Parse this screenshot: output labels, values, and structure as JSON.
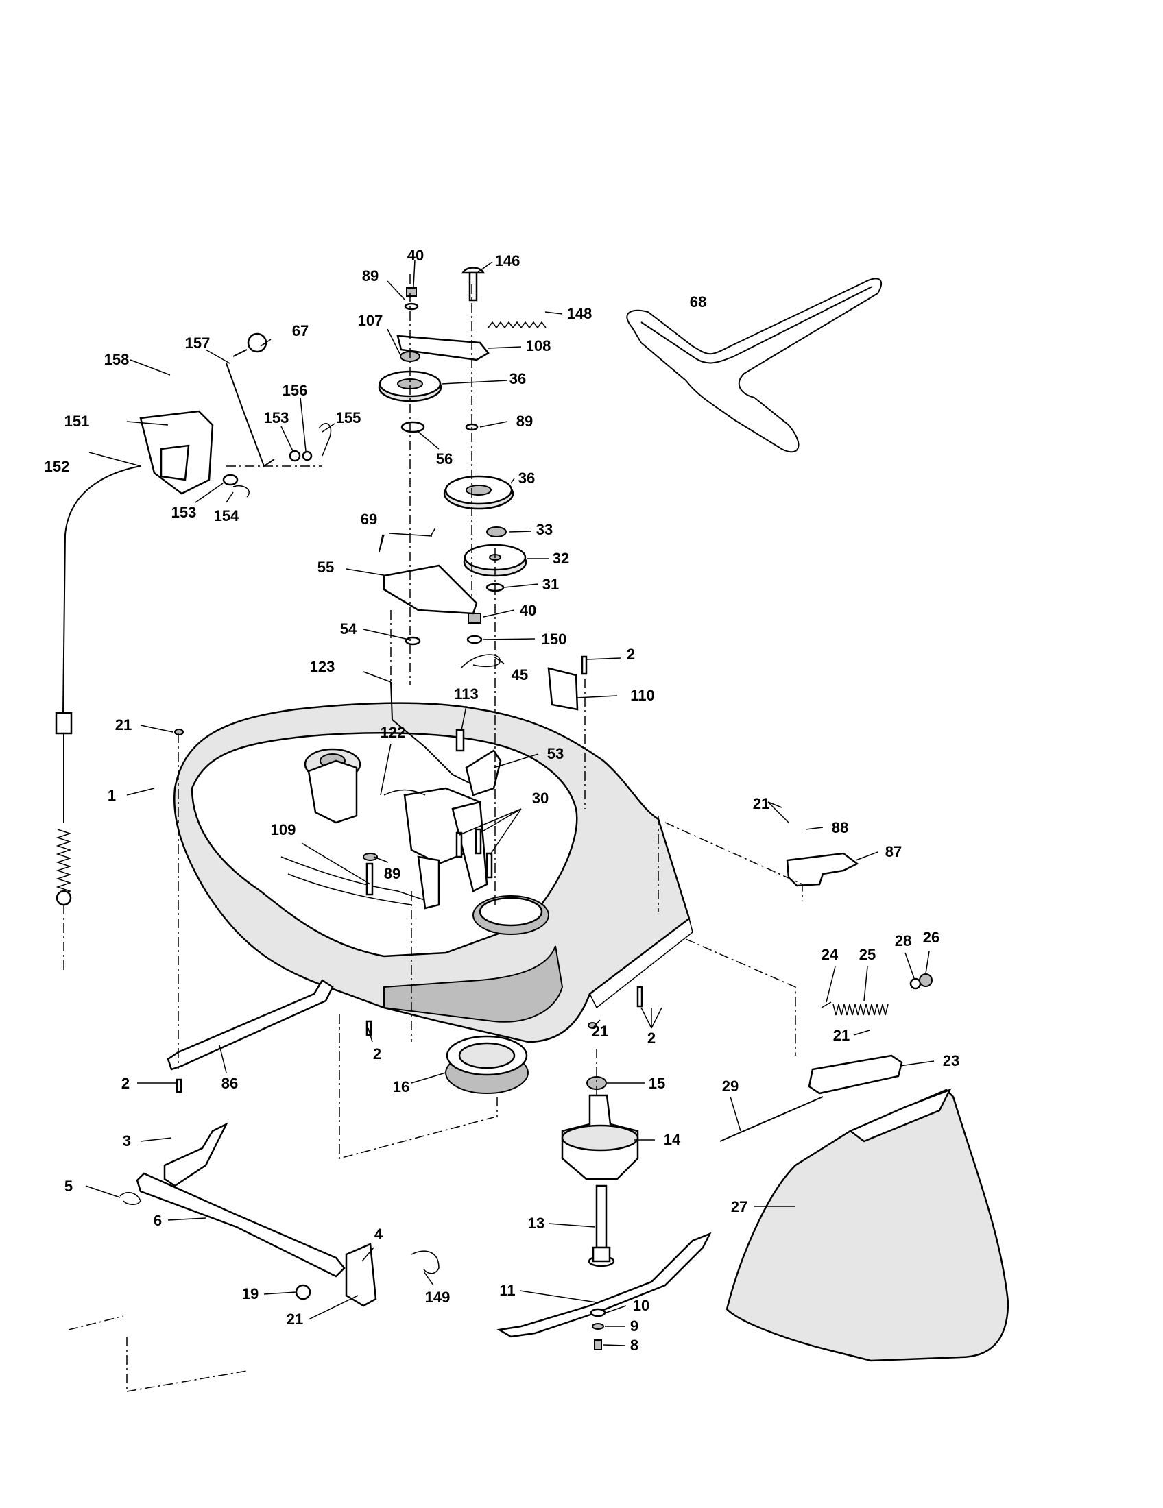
{
  "diagram": {
    "callouts": [
      {
        "id": "1",
        "text": "1"
      },
      {
        "id": "2",
        "text": "2"
      },
      {
        "id": "3",
        "text": "3"
      },
      {
        "id": "4",
        "text": "4"
      },
      {
        "id": "5",
        "text": "5"
      },
      {
        "id": "6",
        "text": "6"
      },
      {
        "id": "8",
        "text": "8"
      },
      {
        "id": "9",
        "text": "9"
      },
      {
        "id": "10",
        "text": "10"
      },
      {
        "id": "11",
        "text": "11"
      },
      {
        "id": "13",
        "text": "13"
      },
      {
        "id": "14",
        "text": "14"
      },
      {
        "id": "15",
        "text": "15"
      },
      {
        "id": "16",
        "text": "16"
      },
      {
        "id": "19",
        "text": "19"
      },
      {
        "id": "21",
        "text": "21"
      },
      {
        "id": "23",
        "text": "23"
      },
      {
        "id": "24",
        "text": "24"
      },
      {
        "id": "25",
        "text": "25"
      },
      {
        "id": "26",
        "text": "26"
      },
      {
        "id": "27",
        "text": "27"
      },
      {
        "id": "28",
        "text": "28"
      },
      {
        "id": "29",
        "text": "29"
      },
      {
        "id": "30",
        "text": "30"
      },
      {
        "id": "31",
        "text": "31"
      },
      {
        "id": "32",
        "text": "32"
      },
      {
        "id": "33",
        "text": "33"
      },
      {
        "id": "36",
        "text": "36"
      },
      {
        "id": "40",
        "text": "40"
      },
      {
        "id": "45",
        "text": "45"
      },
      {
        "id": "53",
        "text": "53"
      },
      {
        "id": "54",
        "text": "54"
      },
      {
        "id": "55",
        "text": "55"
      },
      {
        "id": "56",
        "text": "56"
      },
      {
        "id": "67",
        "text": "67"
      },
      {
        "id": "68",
        "text": "68"
      },
      {
        "id": "69",
        "text": "69"
      },
      {
        "id": "86",
        "text": "86"
      },
      {
        "id": "87",
        "text": "87"
      },
      {
        "id": "88",
        "text": "88"
      },
      {
        "id": "89",
        "text": "89"
      },
      {
        "id": "107",
        "text": "107"
      },
      {
        "id": "108",
        "text": "108"
      },
      {
        "id": "109",
        "text": "109"
      },
      {
        "id": "110",
        "text": "110"
      },
      {
        "id": "113",
        "text": "113"
      },
      {
        "id": "122",
        "text": "122"
      },
      {
        "id": "123",
        "text": "123"
      },
      {
        "id": "146",
        "text": "146"
      },
      {
        "id": "148",
        "text": "148"
      },
      {
        "id": "149",
        "text": "149"
      },
      {
        "id": "150",
        "text": "150"
      },
      {
        "id": "151",
        "text": "151"
      },
      {
        "id": "152",
        "text": "152"
      },
      {
        "id": "153",
        "text": "153"
      },
      {
        "id": "154",
        "text": "154"
      },
      {
        "id": "155",
        "text": "155"
      },
      {
        "id": "156",
        "text": "156"
      },
      {
        "id": "157",
        "text": "157"
      },
      {
        "id": "158",
        "text": "158"
      }
    ]
  }
}
